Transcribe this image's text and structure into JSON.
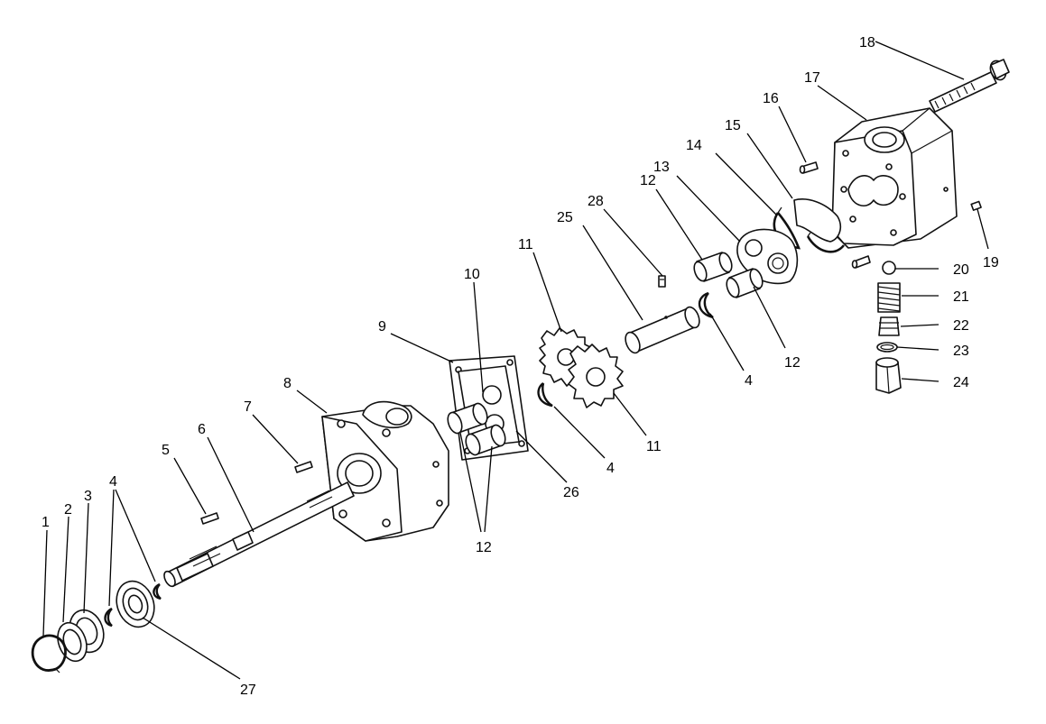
{
  "labels": {
    "p1": "1",
    "p2": "2",
    "p3": "3",
    "p4a": "4",
    "p5": "5",
    "p6": "6",
    "p7": "7",
    "p8": "8",
    "p9": "9",
    "p10": "10",
    "p11a": "11",
    "p25": "25",
    "p28": "28",
    "p12a": "12",
    "p13": "13",
    "p14": "14",
    "p15": "15",
    "p16": "16",
    "p17": "17",
    "p18": "18",
    "p19": "19",
    "p20": "20",
    "p21": "21",
    "p22": "22",
    "p23": "23",
    "p24": "24",
    "p12b": "12",
    "p4b": "4",
    "p11b": "11",
    "p4c": "4",
    "p26": "26",
    "p12c": "12",
    "p27": "27"
  }
}
